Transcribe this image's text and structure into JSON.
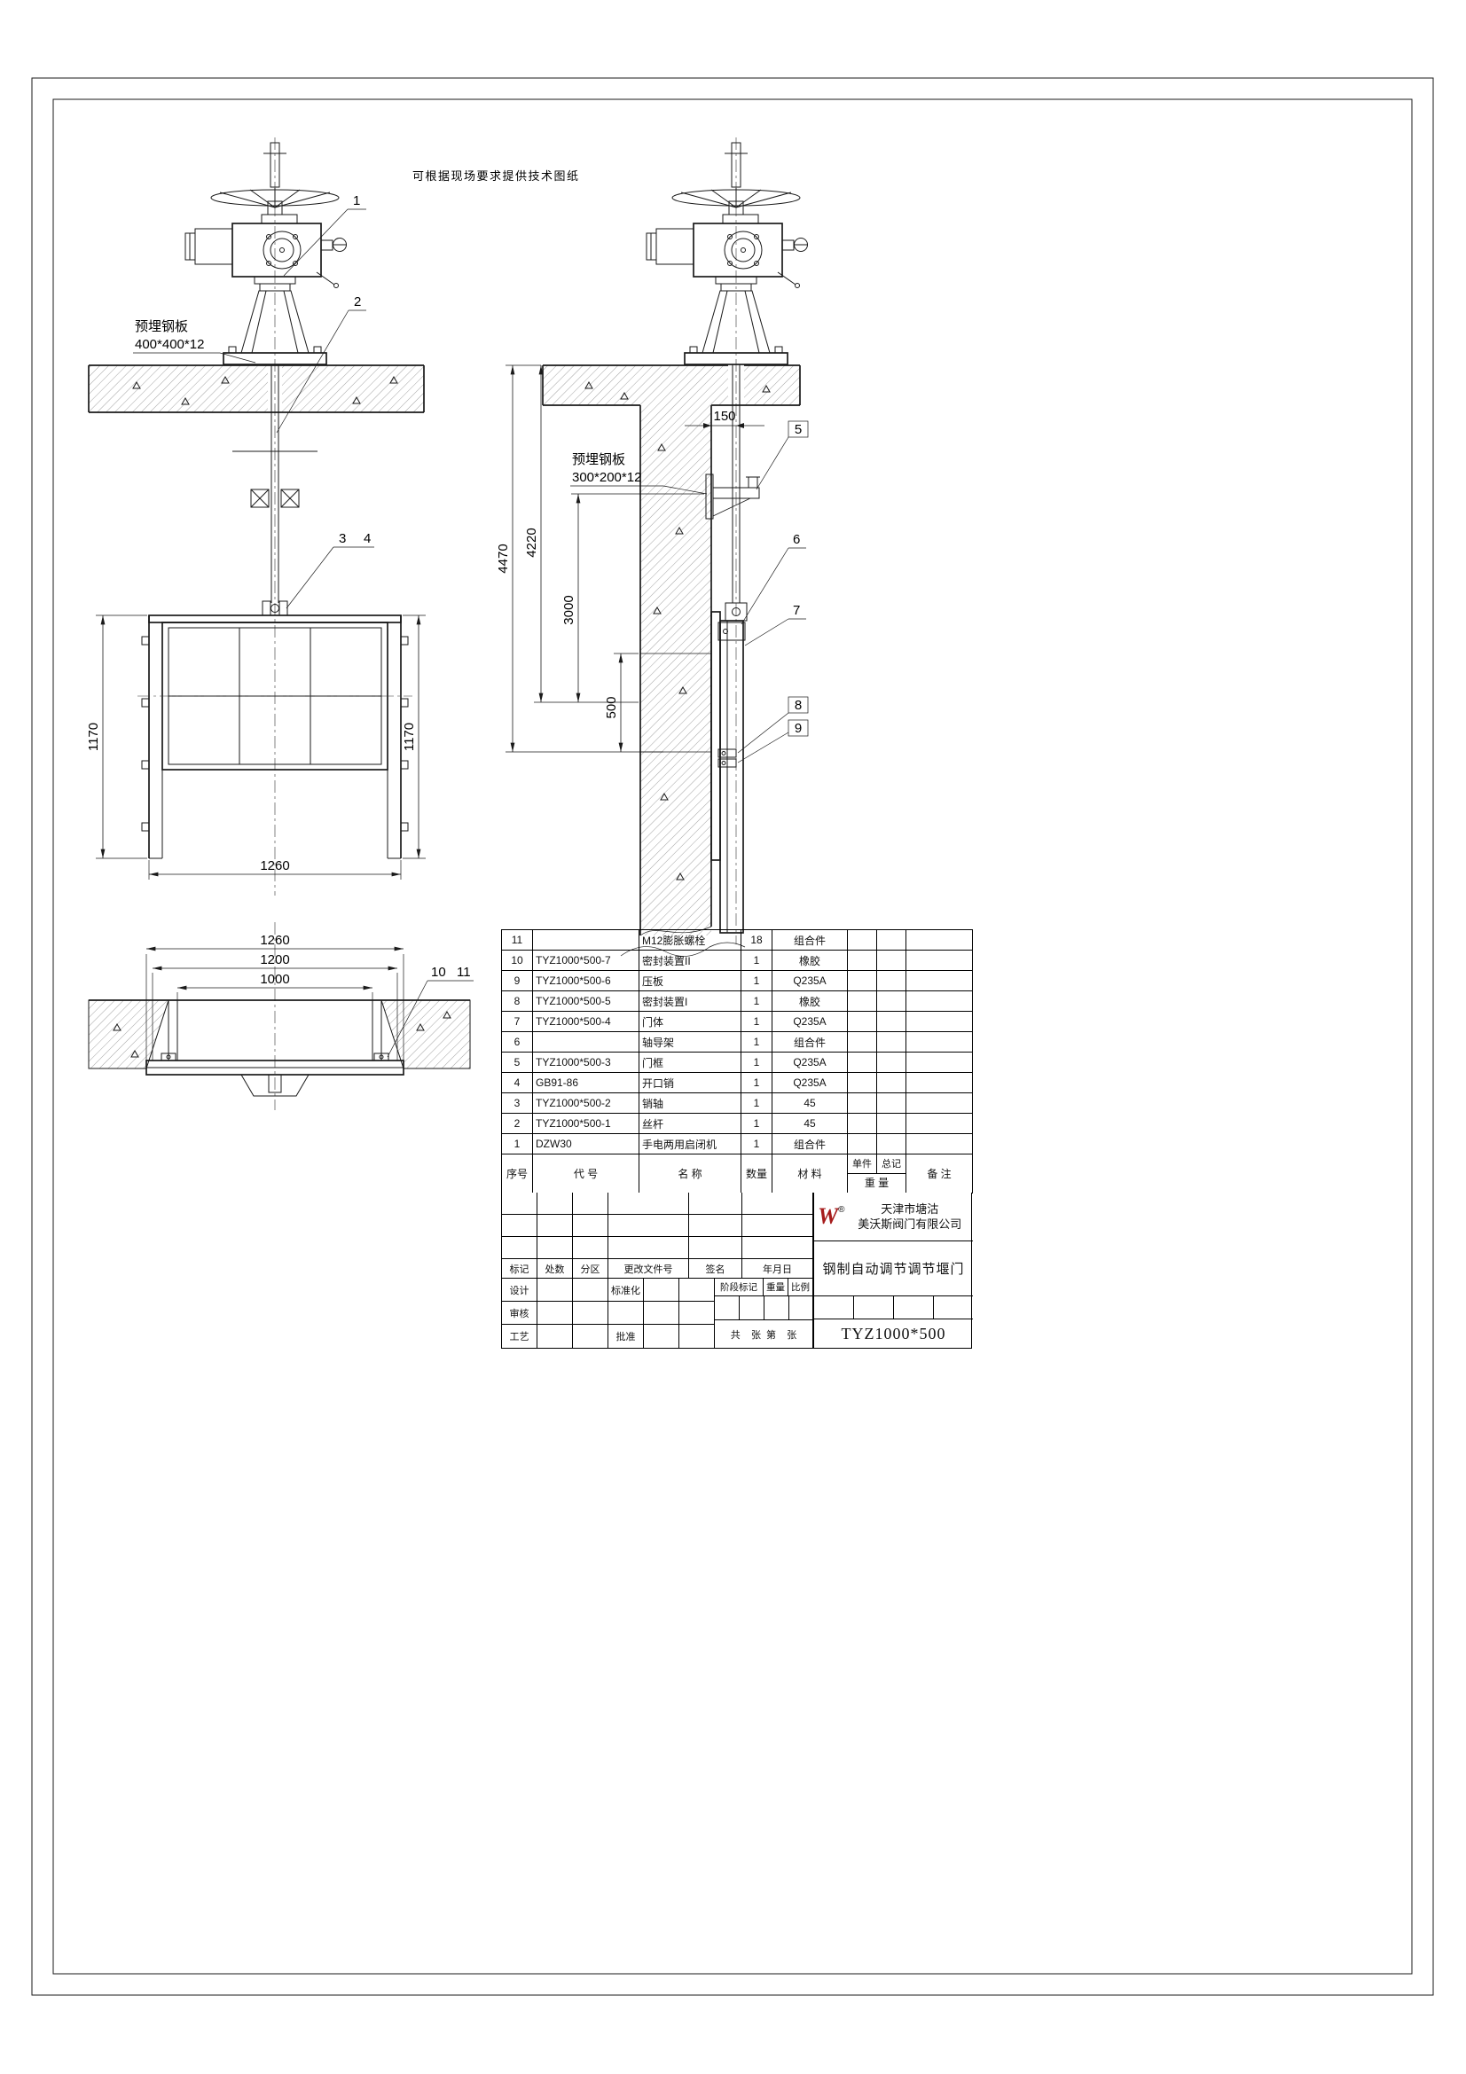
{
  "note": "可根据现场要求提供技术图纸",
  "front": {
    "plate_label": "预埋钢板",
    "plate_size": "400*400*12",
    "dim_left": "1170",
    "dim_right": "1170",
    "dim_bottom": "1260",
    "c1": "1",
    "c2": "2",
    "c3": "3",
    "c4": "4"
  },
  "plan": {
    "dim_a": "1260",
    "dim_b": "1200",
    "dim_c": "1000",
    "c10": "10",
    "c11": "11"
  },
  "side": {
    "plate_label": "预埋钢板",
    "plate_size": "300*200*12",
    "dim_total": "4470",
    "dim_a": "4220",
    "dim_b": "3000",
    "dim_c": "500",
    "dim_d": "150",
    "c5": "5",
    "c6": "6",
    "c7": "7",
    "c8": "8",
    "c9": "9"
  },
  "bom": {
    "headers": {
      "no": "序号",
      "code": "代  号",
      "name": "名  称",
      "qty": "数量",
      "material": "材  料",
      "unit": "单件",
      "total": "总记",
      "weight": "重 量",
      "remark": "备  注"
    },
    "rows": [
      {
        "no": "11",
        "code": "",
        "name": "M12膨胀螺栓",
        "qty": "18",
        "material": "组合件"
      },
      {
        "no": "10",
        "code": "TYZ1000*500-7",
        "name": "密封装置II",
        "qty": "1",
        "material": "橡胶"
      },
      {
        "no": "9",
        "code": "TYZ1000*500-6",
        "name": "压板",
        "qty": "1",
        "material": "Q235A"
      },
      {
        "no": "8",
        "code": "TYZ1000*500-5",
        "name": "密封装置I",
        "qty": "1",
        "material": "橡胶"
      },
      {
        "no": "7",
        "code": "TYZ1000*500-4",
        "name": "门体",
        "qty": "1",
        "material": "Q235A"
      },
      {
        "no": "6",
        "code": "",
        "name": "轴导架",
        "qty": "1",
        "material": "组合件"
      },
      {
        "no": "5",
        "code": "TYZ1000*500-3",
        "name": "门框",
        "qty": "1",
        "material": "Q235A"
      },
      {
        "no": "4",
        "code": "GB91-86",
        "name": "开口销",
        "qty": "1",
        "material": "Q235A"
      },
      {
        "no": "3",
        "code": "TYZ1000*500-2",
        "name": "销轴",
        "qty": "1",
        "material": "45"
      },
      {
        "no": "2",
        "code": "TYZ1000*500-1",
        "name": "丝杆",
        "qty": "1",
        "material": "45"
      },
      {
        "no": "1",
        "code": "DZW30",
        "name": "手电两用启闭机",
        "qty": "1",
        "material": "组合件"
      }
    ]
  },
  "titleblock": {
    "labels": {
      "mark": "标记",
      "count": "处数",
      "zone": "分区",
      "change_doc": "更改文件号",
      "sign": "签名",
      "date": "年月日",
      "design": "设计",
      "standardize": "标准化",
      "review": "审核",
      "process": "工艺",
      "approve": "批准",
      "stage_mark": "阶段标记",
      "weight": "重量",
      "scale": "比例",
      "sheets": "共    张  第    张"
    },
    "company_line1": "天津市塘沽",
    "company_line2": "美沃斯阀门有限公司",
    "drawing_title": "钢制自动调节调节堰门",
    "model": "TYZ1000*500",
    "logo_text": "W",
    "logo_reg": "®"
  }
}
